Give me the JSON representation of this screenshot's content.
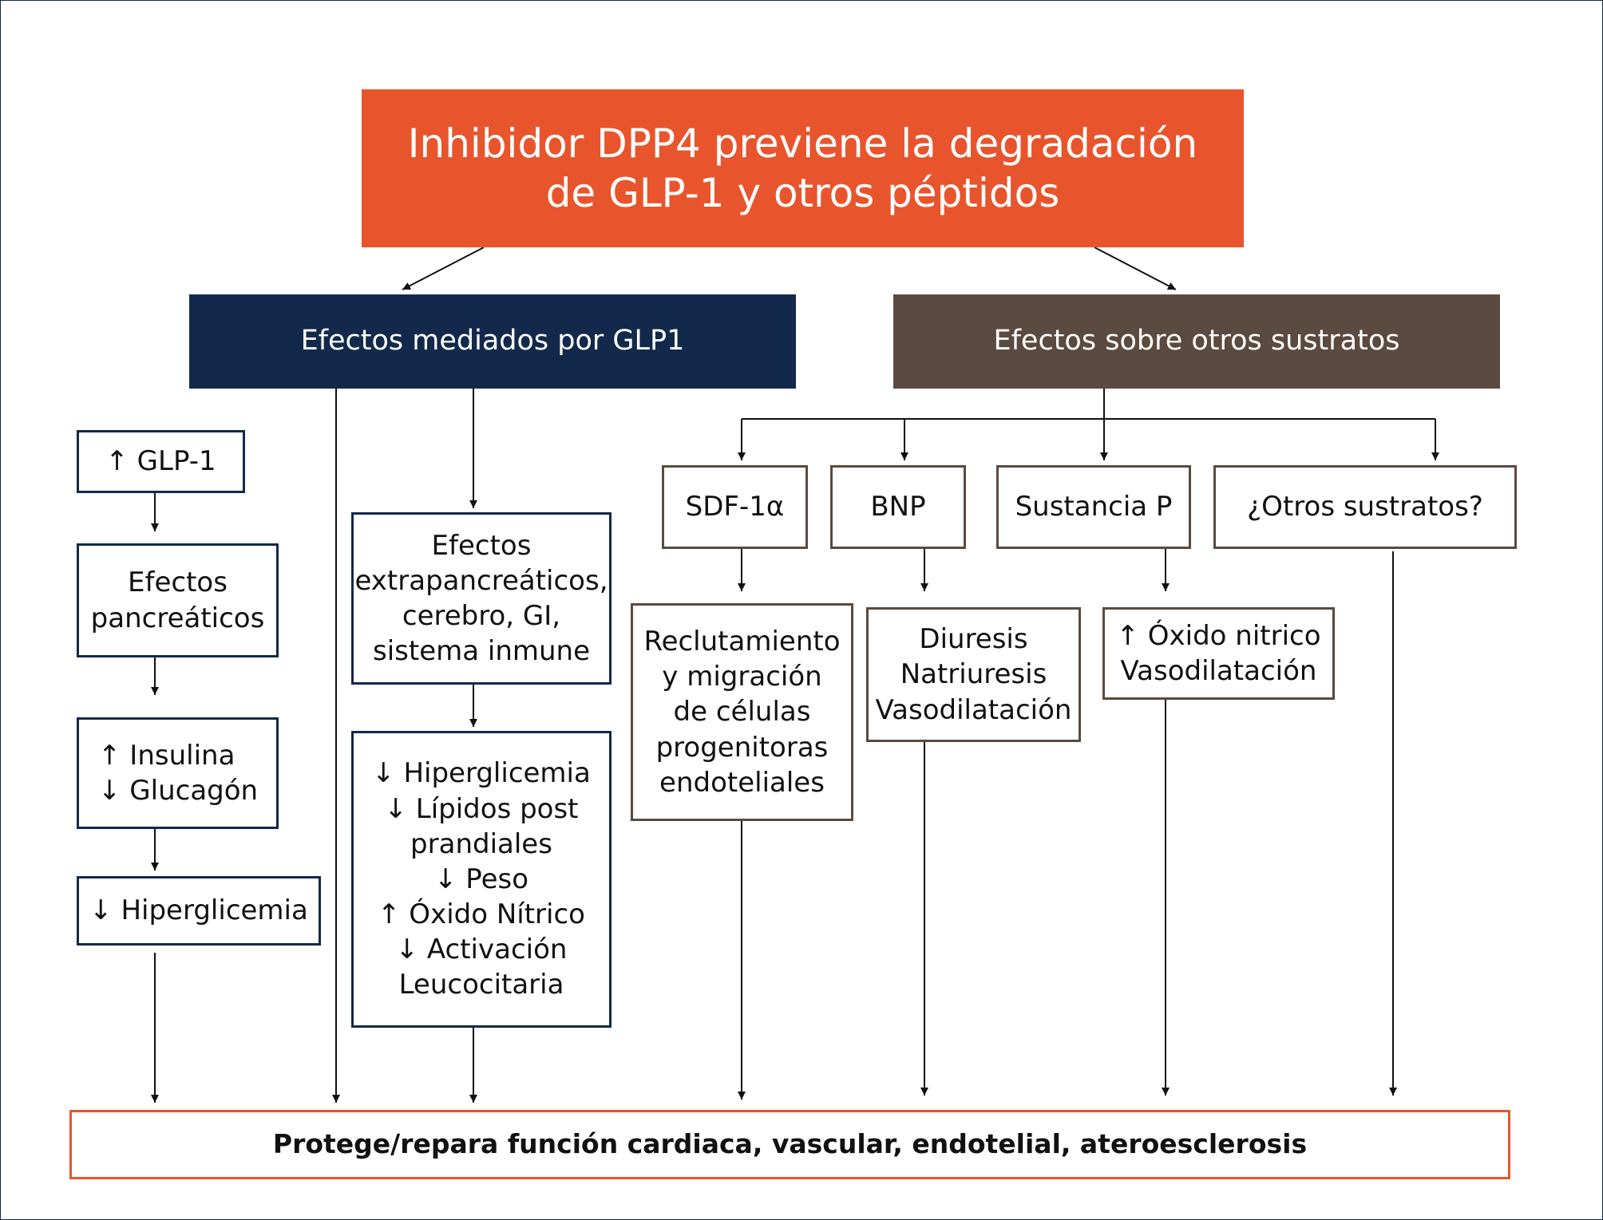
{
  "title": "Inhibidor DPP4 previene la degradación\nde GLP-1 y otros péptidos",
  "colors": {
    "title_bg": "#e8552d",
    "glp1_header_bg": "#13294b",
    "other_header_bg": "#5b4a3f",
    "bottom_border": "#e8552d",
    "wire": "#111111"
  },
  "branches": {
    "glp1": {
      "label": "Efectos mediados por GLP1",
      "chain_left": [
        "↑ GLP-1",
        "Efectos\npancreáticos",
        "↑ Insulina\n↓ Glucagón",
        "↓ Hiperglicemia"
      ],
      "chain_mid": [
        "Efectos\nextrapancreáticos,\ncerebro, GI,\nsistema inmune",
        "↓ Hiperglicemia\n↓ Lípidos post\nprandiales\n↓ Peso\n↑ Óxido Nítrico\n↓ Activación\nLeucocitaria"
      ]
    },
    "other": {
      "label": "Efectos sobre otros sustratos",
      "substrates": [
        {
          "name": "SDF-1α",
          "effect": "Reclutamiento\ny migración\nde células\nprogenitoras\nendoteliales"
        },
        {
          "name": "BNP",
          "effect": "Diuresis\nNatriuresis\nVasodilatación"
        },
        {
          "name": "Sustancia P",
          "effect": "↑ Óxido nitrico\nVasodilatación"
        },
        {
          "name": "¿Otros sustratos?",
          "effect": ""
        }
      ]
    }
  },
  "outcome": "Protege/repara función cardiaca, vascular, endotelial, ateroesclerosis"
}
